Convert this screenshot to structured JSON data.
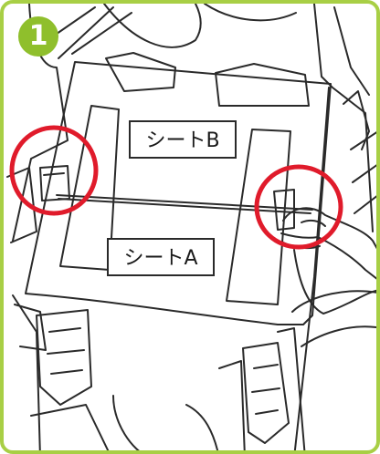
{
  "step": {
    "number": "1"
  },
  "labels": {
    "seat_b": "シートB",
    "seat_a": "シートA"
  },
  "colors": {
    "frame": "#a8cf45",
    "badge": "#8fbf2c",
    "highlight_circle": "#e01b2b",
    "line": "#2a2a2a"
  },
  "icons": {
    "step": "step-number-badge",
    "highlight": "red-circle-marker"
  }
}
